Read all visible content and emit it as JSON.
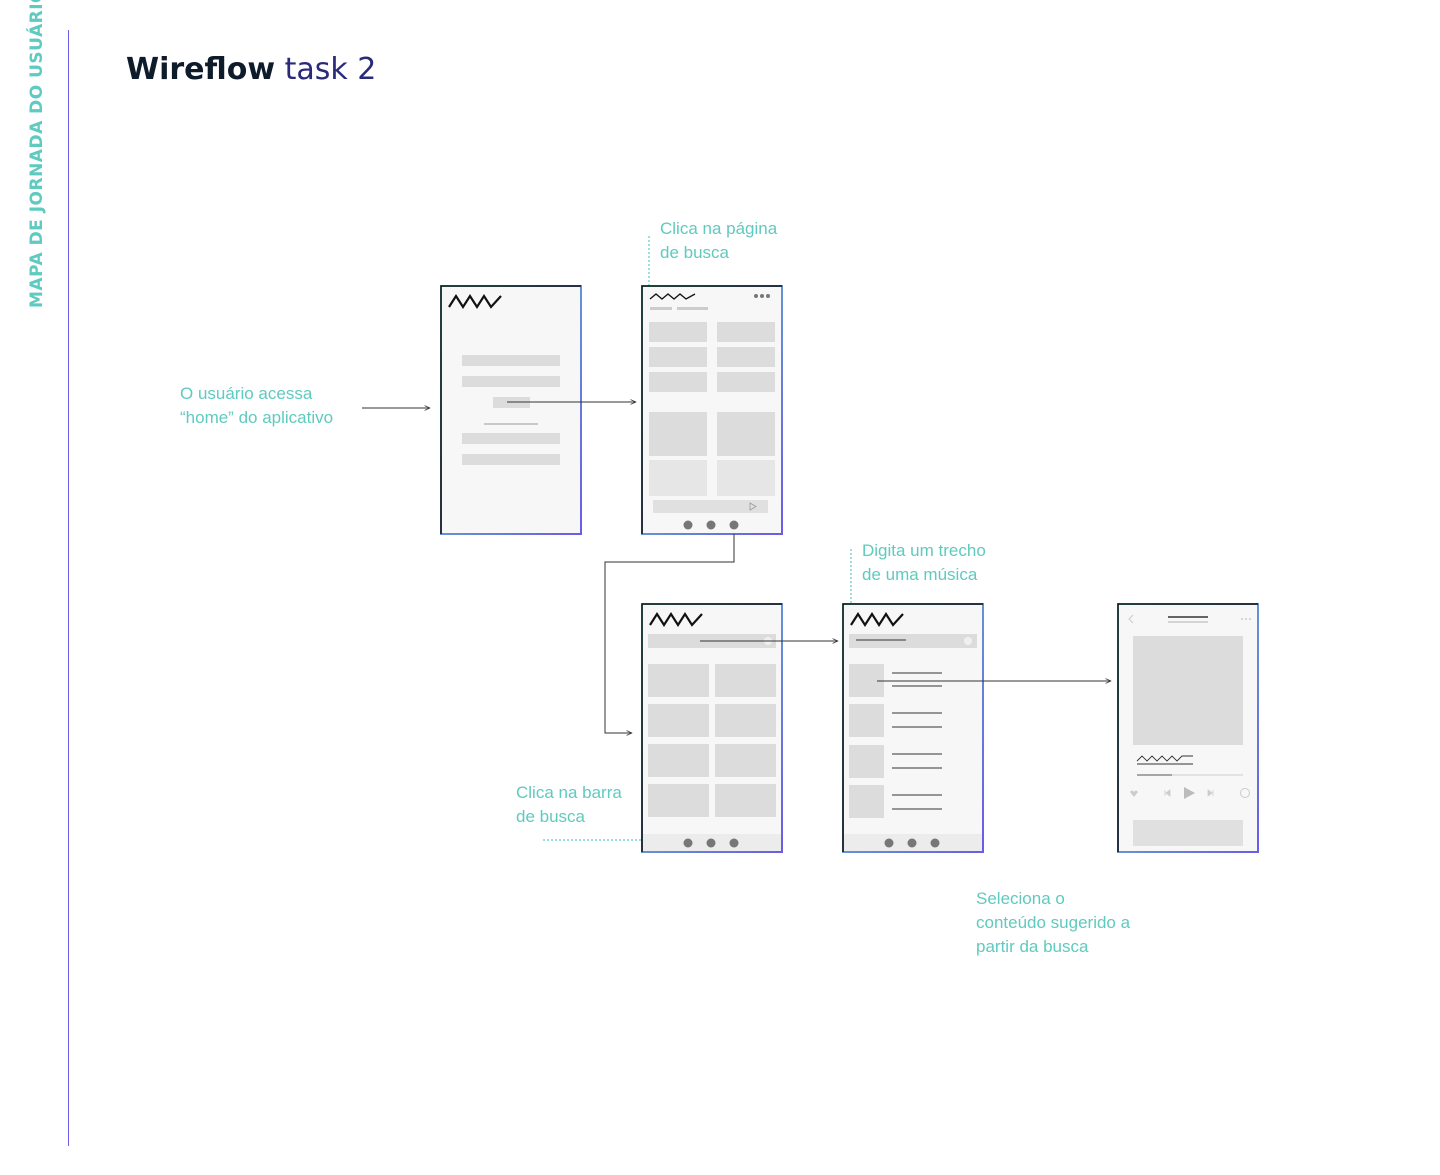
{
  "sidebar": {
    "label": "MAPA DE JORNADA DO USUÁRIO"
  },
  "header": {
    "title_strong": "Wireflow",
    "title_light": "task 2"
  },
  "annotations": {
    "home": [
      "O usuário acessa",
      "“home” do aplicativo"
    ],
    "search_page": [
      "Clica na página",
      "de busca"
    ],
    "search_bar": [
      "Clica na barra",
      "de busca"
    ],
    "type_song": [
      "Digita um trecho",
      "de uma música"
    ],
    "select_content": [
      "Seleciona o",
      "conteúdo sugerido a",
      "partir da busca"
    ]
  },
  "colors": {
    "accent": "#5fcabf",
    "purple": "#6b5ce7",
    "placeholder": "#dcdcdc"
  }
}
